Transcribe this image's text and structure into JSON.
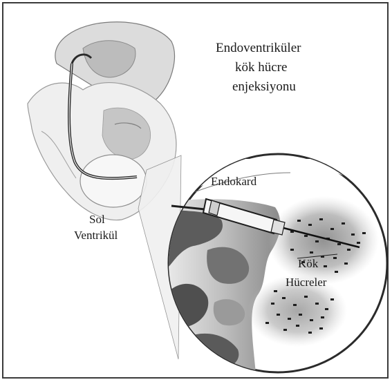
{
  "diagram": {
    "title_lines": [
      "Endoventriküler",
      "kök hücre",
      "enjeksiyonu"
    ],
    "labels": {
      "left_ventricle_line1": "Sol",
      "left_ventricle_line2": "Ventrikül",
      "endocardium": "Endokard",
      "stem_cells_line1": "Kök",
      "stem_cells_line2": "Hücreler"
    },
    "colors": {
      "border": "#3a3a3a",
      "heart_fill": "#d9d9d9",
      "heart_shade": "#9a9a9a",
      "tissue_dark": "#4a4a4a",
      "tissue_mid": "#8c8c8c",
      "catheter": "#f2f2f2"
    },
    "icons": [
      "heart-outline",
      "catheter",
      "magnified-tissue",
      "stem-cell-dots"
    ]
  }
}
